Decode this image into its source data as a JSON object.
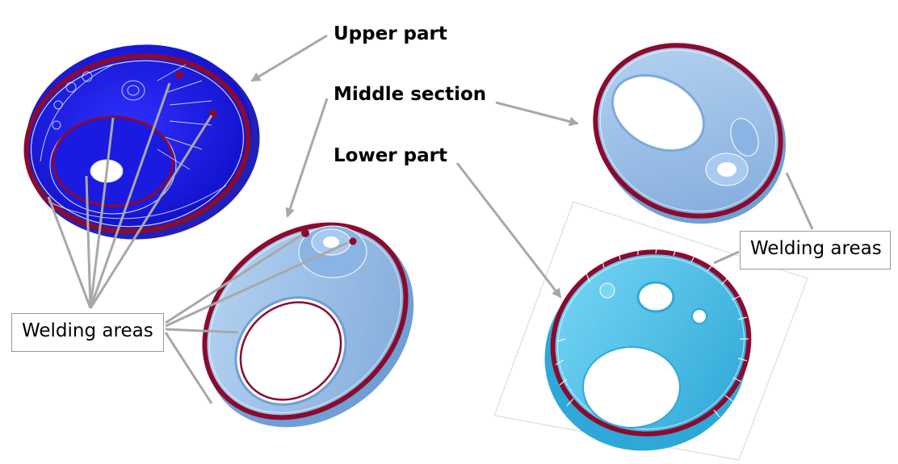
{
  "labels": {
    "upper_part": "Upper part",
    "middle_section": "Middle section",
    "lower_part": "Lower part",
    "welding_areas_left": "Welding areas",
    "welding_areas_right": "Welding areas"
  },
  "colors": {
    "upper_body": "#1a1ae6",
    "upper_body_light": "#4848ff",
    "middle_body": "#9cc4ee",
    "middle_body_dark": "#6f9fd4",
    "lower_body": "#4fc9f2",
    "lower_body_dark": "#2fa8d8",
    "weld_line": "#8b0a2e",
    "arrow": "#a8a8a8"
  }
}
